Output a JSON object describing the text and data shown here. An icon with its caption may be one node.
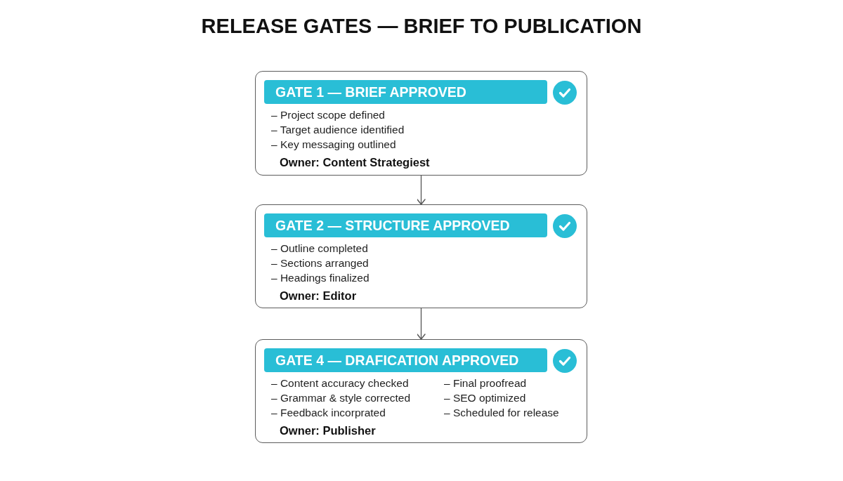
{
  "diagram": {
    "title": "RELEASE GATES — BRIEF TO PUBLICATION",
    "nodes": [
      {
        "text": [
          "GATE 1 — BRIEF APPROVED",
          "– Project scope defined",
          "– Target audience identified",
          "– Key messaging outlined",
          "Owner: Content Strategiest"
        ]
      },
      {
        "text": [
          "GATE 2 — STRUCTURE APPROVED",
          "– Outline completed",
          "– Sections arranged",
          "– Headings finalized",
          "Owner: Editor"
        ]
      },
      {
        "text": [
          "GATE 4 — DRAFICATION APPROVED",
          "– Content accuracy checked",
          "– Grammar & style corrected",
          "– Feedback incorprated",
          "– Final proofread",
          "– SEO optimized",
          "– Scheduled for release",
          "Owner: Publisher"
        ]
      }
    ],
    "edges": [
      {
        "from": 0,
        "to": 1,
        "arrow": "to"
      },
      {
        "from": 1,
        "to": 2,
        "arrow": "to"
      }
    ]
  }
}
